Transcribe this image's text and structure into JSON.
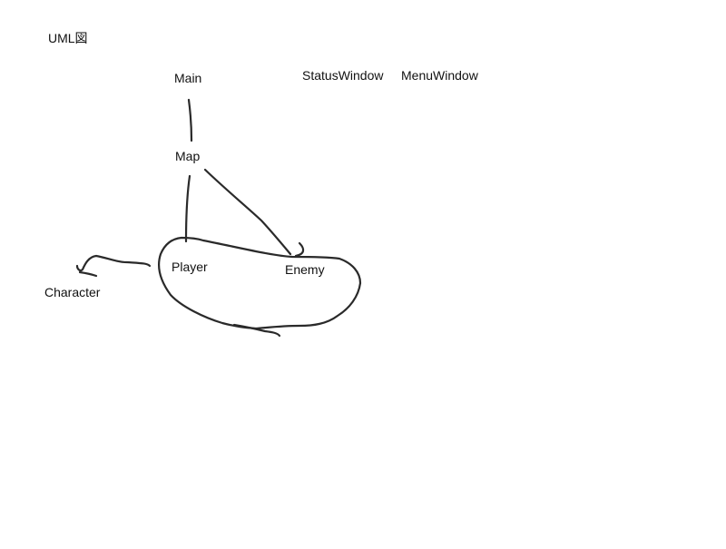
{
  "diagram": {
    "title": "UML図",
    "classes": {
      "main": "Main",
      "status_window": "StatusWindow",
      "menu_window": "MenuWindow",
      "map": "Map",
      "player": "Player",
      "enemy": "Enemy",
      "character": "Character"
    }
  }
}
